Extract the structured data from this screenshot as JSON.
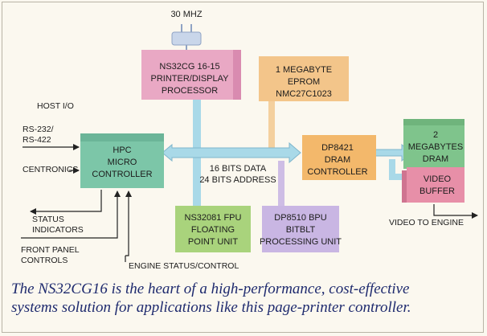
{
  "clock": "30 MHZ",
  "blocks": {
    "processor": [
      "NS32CG 16-15",
      "PRINTER/DISPLAY",
      "PROCESSOR"
    ],
    "eprom": [
      "1 MEGABYTE",
      "EPROM",
      "NMC27C1023"
    ],
    "hpc": [
      "HPC",
      "MICRO",
      "CONTROLLER"
    ],
    "dram_controller": [
      "DP8421",
      "DRAM",
      "CONTROLLER"
    ],
    "dram": [
      "2",
      "MEGABYTES",
      "DRAM"
    ],
    "video_buffer": [
      "VIDEO",
      "BUFFER"
    ],
    "fpu": [
      "NS32081 FPU",
      "FLOATING",
      "POINT UNIT"
    ],
    "bpu": [
      "DP8510 BPU",
      "BITBLT",
      "PROCESSING UNIT"
    ]
  },
  "bus": [
    "16 BITS DATA",
    "24 BITS ADDRESS"
  ],
  "labels": {
    "host_io": "HOST I/O",
    "rs232": [
      "RS-232/",
      "RS-422"
    ],
    "centronics": "CENTRONICS",
    "status": [
      "STATUS",
      "INDICATORS"
    ],
    "front_panel": [
      "FRONT PANEL",
      "CONTROLS"
    ],
    "engine_status": "ENGINE STATUS/CONTROL",
    "video_to_engine": "VIDEO TO ENGINE"
  },
  "caption": [
    "The NS32CG16 is the heart of a high-performance, cost-effective",
    "systems solution for applications like this page-printer controller."
  ],
  "colors": {
    "processor": "#e9a8c4",
    "eprom": "#f3c58a",
    "hpc": "#7cc6a8",
    "dram_controller": "#f3b86b",
    "dram": "#7fc48c",
    "video_buffer": "#e78fa8",
    "fpu": "#a9d37c",
    "bpu": "#c9b6e3",
    "bus": "#a9d9e8",
    "caption": "#1e2a6e"
  }
}
